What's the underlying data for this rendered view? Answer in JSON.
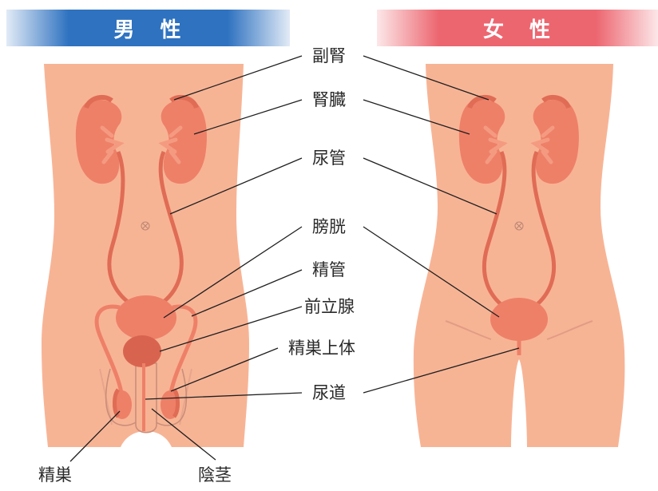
{
  "headers": {
    "male": [
      "男",
      "性"
    ],
    "female": [
      "女",
      "性"
    ]
  },
  "labels": {
    "adrenal": "副腎",
    "kidney": "腎臓",
    "ureter": "尿管",
    "bladder": "膀胱",
    "vas_deferens": "精管",
    "prostate": "前立腺",
    "epididymis": "精巣上体",
    "urethra": "尿道",
    "testis": "精巣",
    "penis": "陰茎"
  },
  "colors": {
    "skin": "#f7b495",
    "organ": "#ee8068",
    "organ_dark": "#e06c55",
    "kidney_inner": "#f49a80",
    "prostate": "#d8644f",
    "line": "#1f1f1f",
    "male_header": "#2e72c0",
    "female_header": "#ec6670"
  }
}
